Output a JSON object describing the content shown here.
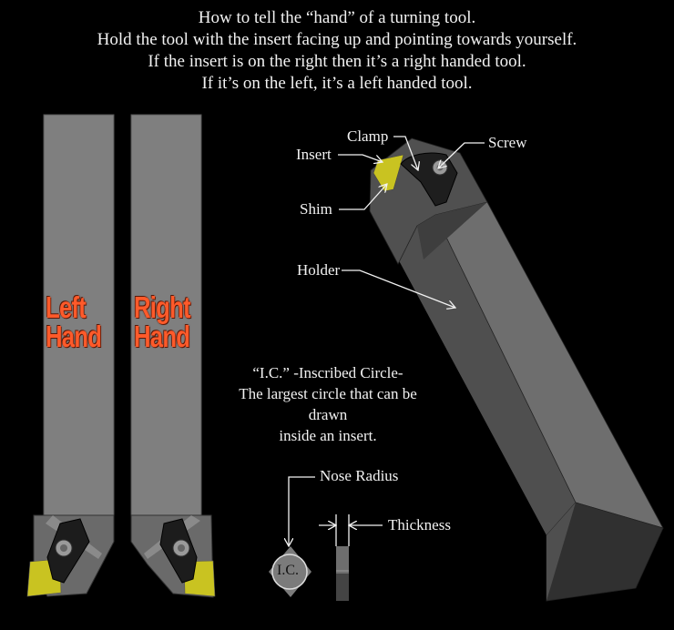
{
  "intro": {
    "line1": "How to tell the “hand” of a turning tool.",
    "line2": "Hold the tool with the insert facing up and pointing towards yourself.",
    "line3": "If the insert is on the right then it’s a right handed tool.",
    "line4": "If it’s on the left, it’s a left handed tool."
  },
  "tools": {
    "left": {
      "line1": "Left",
      "line2": "Hand"
    },
    "right": {
      "line1": "Right",
      "line2": "Hand"
    }
  },
  "parts": {
    "clamp": "Clamp",
    "insert": "Insert",
    "screw": "Screw",
    "shim": "Shim",
    "holder": "Holder"
  },
  "ic_note": {
    "line1": "“I.C.” -Inscribed Circle-",
    "line2": "The largest circle that can be drawn",
    "line3": "inside an insert."
  },
  "insert_diagram": {
    "nose_radius": "Nose Radius",
    "thickness": "Thickness",
    "ic_label": "I.C."
  },
  "colors": {
    "background": "#000000",
    "shank": "#7f7f7f",
    "insert_yellow": "#c9c321",
    "hand_label": "#ff5a2a",
    "holder_light": "#6e6e6e",
    "holder_dark": "#505050"
  }
}
